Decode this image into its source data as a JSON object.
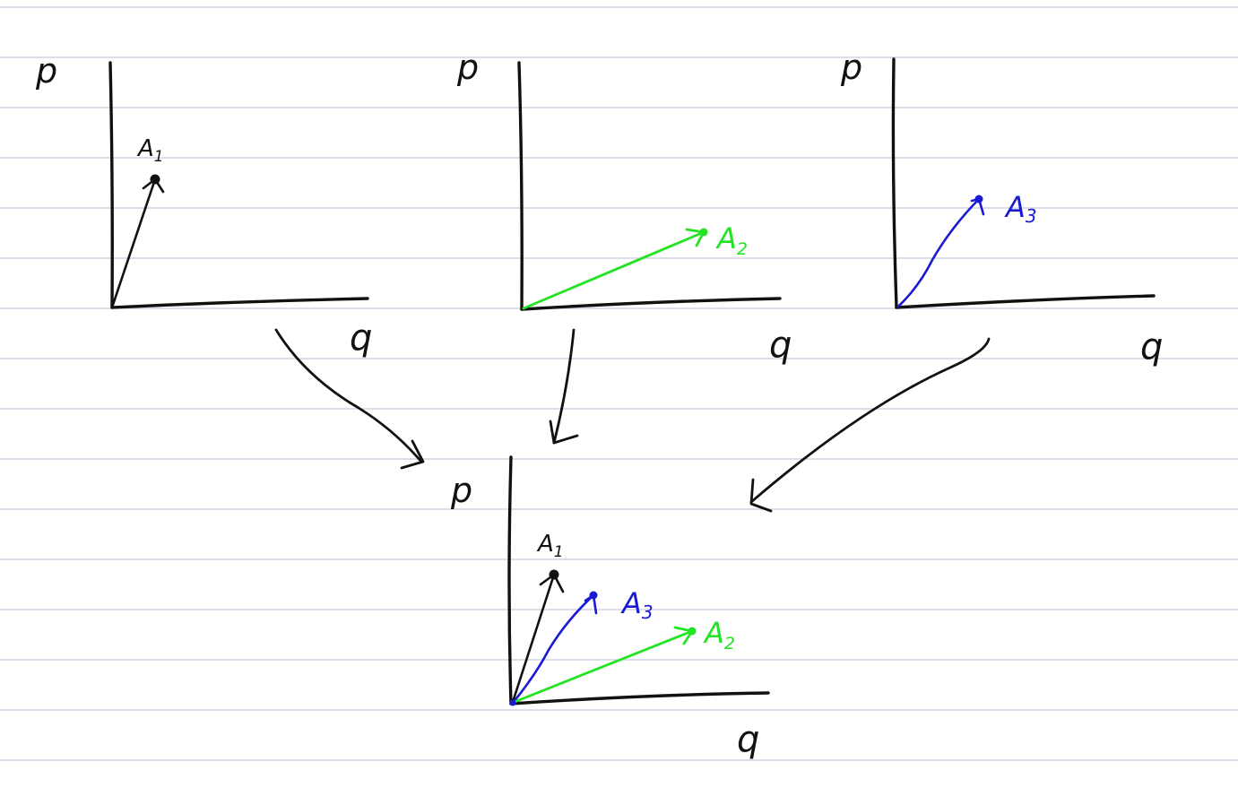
{
  "colors": {
    "paper": "#ffffff",
    "ruled_line": "#c7c9e3",
    "ink_black": "#111111",
    "ink_green": "#22e422",
    "ink_blue": "#1a1ad4"
  },
  "top_panels": [
    {
      "y_axis_label": "p",
      "x_axis_label": "q",
      "vector_label": "A",
      "vector_subscript": "1",
      "color": "#111111"
    },
    {
      "y_axis_label": "p",
      "x_axis_label": "q",
      "vector_label": "A",
      "vector_subscript": "2",
      "color": "#22e422"
    },
    {
      "y_axis_label": "p",
      "x_axis_label": "q",
      "vector_label": "A",
      "vector_subscript": "3",
      "color": "#1a1ad4"
    }
  ],
  "combined_panel": {
    "y_axis_label": "p",
    "x_axis_label": "q",
    "vectors": [
      {
        "label": "A",
        "subscript": "1",
        "color": "#111111"
      },
      {
        "label": "A",
        "subscript": "3",
        "color": "#1a1ad4"
      },
      {
        "label": "A",
        "subscript": "2",
        "color": "#22e422"
      }
    ]
  }
}
